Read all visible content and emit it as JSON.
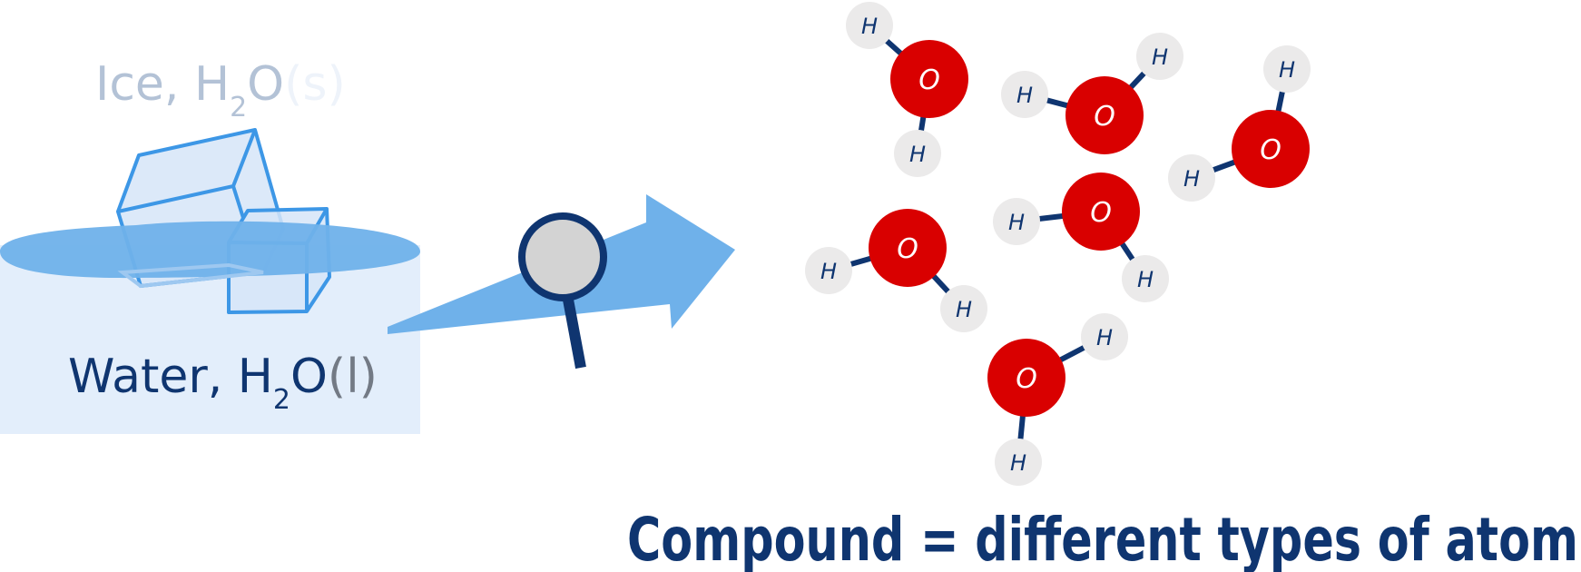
{
  "ice_label": {
    "main": "Ice, H",
    "sub": "2",
    "after": "O",
    "state": "(s)"
  },
  "water_label": {
    "main": "Water, H",
    "sub": "2",
    "after": "O",
    "state": "(l)"
  },
  "caption": "Compound = different types of atom",
  "atoms": {
    "oxygen": "O",
    "hydrogen": "H"
  },
  "colors": {
    "oxygen": "#d90000",
    "hydrogen": "#ebeaea",
    "bond": "#0f3570",
    "text": "#0f3570",
    "water": "#e3eefb",
    "surface": "#6fb1ea",
    "arrow": "#6fb1ea"
  },
  "molecule_count": 6
}
